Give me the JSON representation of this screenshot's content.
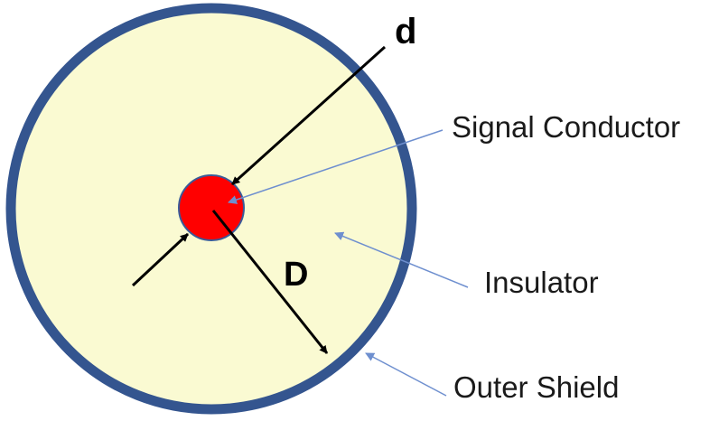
{
  "labels": {
    "d": "d",
    "D": "D",
    "signal_conductor": "Signal Conductor",
    "insulator": "Insulator",
    "outer_shield": "Outer Shield"
  },
  "colors": {
    "outer_shield": "#34558f",
    "insulator_fill": "#fafad2",
    "conductor_fill": "#ff0000",
    "conductor_stroke": "#3a5a98",
    "dimension_arrow": "#000000",
    "leader_line": "#6e8fcf"
  }
}
